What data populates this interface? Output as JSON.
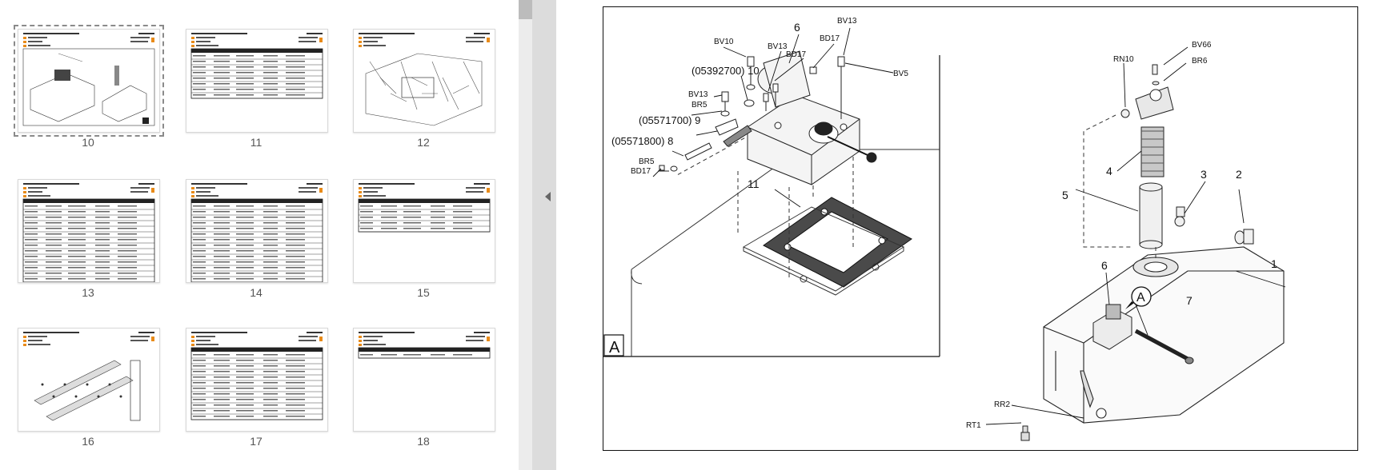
{
  "thumbnails": [
    {
      "page": "10",
      "kind": "drawing",
      "selected": true
    },
    {
      "page": "11",
      "kind": "table",
      "rows": 8
    },
    {
      "page": "12",
      "kind": "drawing2"
    },
    {
      "page": "13",
      "kind": "table",
      "rows": 14
    },
    {
      "page": "14",
      "kind": "table",
      "rows": 14
    },
    {
      "page": "15",
      "kind": "table",
      "rows": 5
    },
    {
      "page": "16",
      "kind": "drawing3"
    },
    {
      "page": "17",
      "kind": "table",
      "rows": 12
    },
    {
      "page": "18",
      "kind": "table",
      "rows": 1
    }
  ],
  "drawing": {
    "inset_letter": "A",
    "callout_A": "A",
    "labels": {
      "n6a": "6",
      "bv13_top": "BV13",
      "bv10": "BV10",
      "bv13_mid": "BV13",
      "bd17_a": "BD17",
      "bd17_b": "BD17",
      "bv5": "BV5",
      "n10": "(05392700) 10",
      "bv13_left": "BV13",
      "br5_a": "BR5",
      "n9": "(05571700) 9",
      "n8": "(05571800) 8",
      "br5_b": "BR5",
      "bd17_c": "BD17",
      "n11": "11",
      "bv66": "BV66",
      "rn10": "RN10",
      "br6": "BR6",
      "n4": "4",
      "n5": "5",
      "n3": "3",
      "n2": "2",
      "n1": "1",
      "n6b": "6",
      "n7": "7",
      "rr2": "RR2",
      "rt1": "RT1"
    }
  },
  "colors": {
    "splitter": "#dcdcdc",
    "accent": "#e88b1a",
    "page_bg": "#ffffff"
  }
}
